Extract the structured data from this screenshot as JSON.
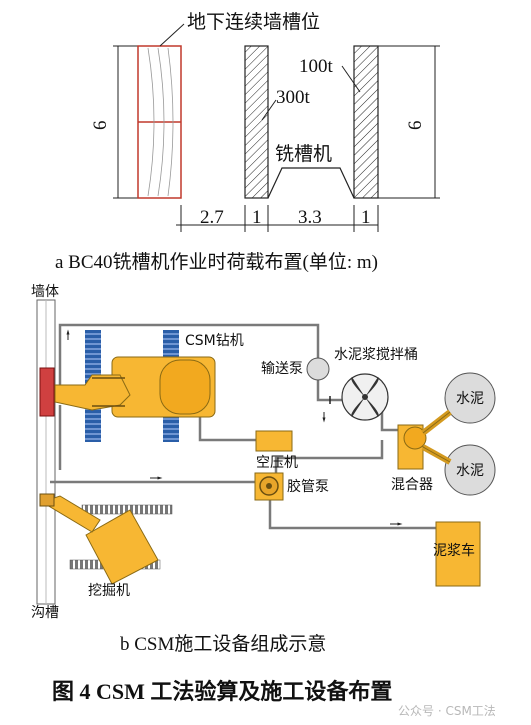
{
  "part_a": {
    "wall_slot_label": "地下连续墙槽位",
    "load_100t": "100t",
    "load_300t": "300t",
    "machine_label": "铣槽机",
    "height_left": "6",
    "height_right": "6",
    "dims": [
      "2.7",
      "1",
      "3.3",
      "1"
    ],
    "caption": "a  BC40铣槽机作业时荷载布置(单位: m)"
  },
  "part_b": {
    "wall_label": "墙体",
    "trench_label": "沟槽",
    "csm_rig_label": "CSM钻机",
    "pump_label": "输送泵",
    "mixer_bucket_label": "水泥浆搅拌桶",
    "cement_top_label": "水泥",
    "cement_bottom_label": "水泥",
    "compressor_label": "空压机",
    "hose_pump_label": "胶管泵",
    "mixer_label": "混合器",
    "excavator_label": "挖掘机",
    "mud_truck_label": "泥浆车",
    "caption": "b  CSM施工设备组成示意"
  },
  "figure_title": "图 4    CSM 工法验算及施工设备布置",
  "watermark": "公众号 · CSM工法",
  "colors": {
    "equipment_yellow": "#f7b733",
    "track_blue": "#2a5ea8",
    "wall_red": "#c0392b",
    "pipe_gray": "#7a7a7a"
  }
}
